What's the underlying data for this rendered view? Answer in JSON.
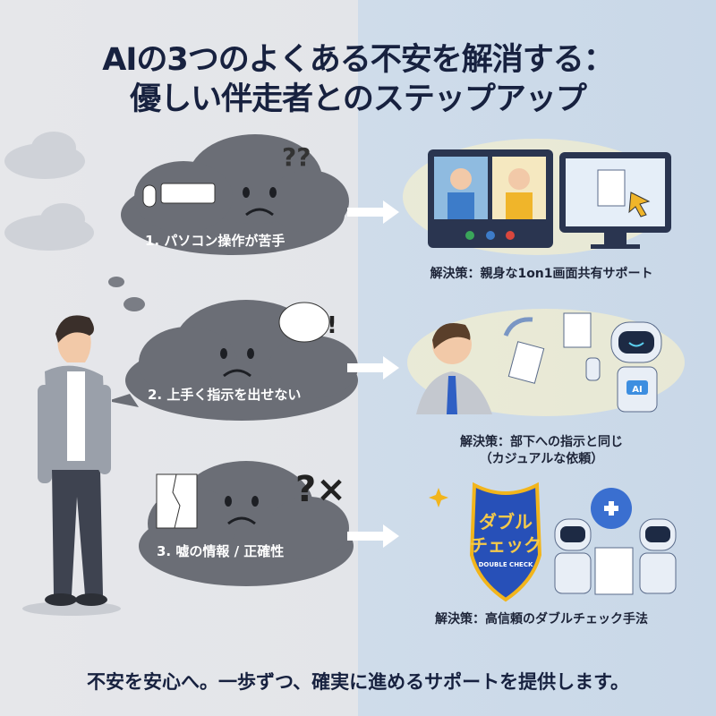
{
  "title": {
    "line1": "AIの3つのよくある不安を解消する：",
    "line2": "優しい伴走者とのステップアップ"
  },
  "worries": [
    {
      "label": "1. パソコン操作が苦手",
      "icon": "keyboard-mouse-icon"
    },
    {
      "label": "2. 上手く指示を出せない",
      "icon": "tangled-thought-icon"
    },
    {
      "label": "3. 嘘の情報 / 正確性",
      "icon": "torn-document-icon"
    }
  ],
  "solutions": [
    {
      "label": "解決策：親身な1on1画面共有サポート"
    },
    {
      "label_line1": "解決策：部下への指示と同じ",
      "label_line2": "（カジュアルな依頼）",
      "robot_badge": "AI"
    },
    {
      "label": "解決策：高信頼のダブルチェック手法",
      "shield_line1": "ダブル",
      "shield_line2": "チェック",
      "shield_sub": "DOUBLE CHECK"
    }
  ],
  "footer": "不安を安心へ。一歩ずつ、確実に進めるサポートを提供します。",
  "colors": {
    "title": "#17213f",
    "cloud": "#6b6e76",
    "accent": "#2f5fc4",
    "gold": "#f2b51c"
  }
}
